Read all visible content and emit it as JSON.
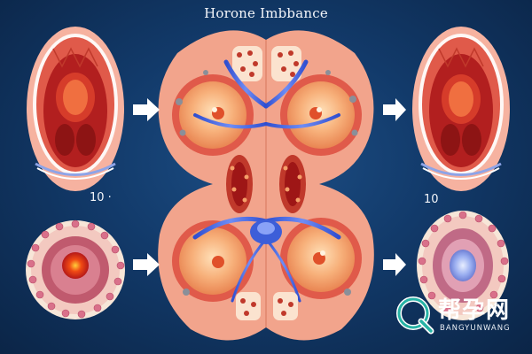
{
  "title": "Horone Imbbance",
  "left_label": "10 ·",
  "right_label": "10",
  "watermark": {
    "name": "帮孕网",
    "pinyin": "BANGYUNWANG"
  },
  "colors": {
    "background": "#123a6a",
    "tissue_pink": "#f2a48c",
    "vessel_blue": "#3d5ed8",
    "deep_red": "#9e1616",
    "logo_teal": "#27b3a6"
  }
}
